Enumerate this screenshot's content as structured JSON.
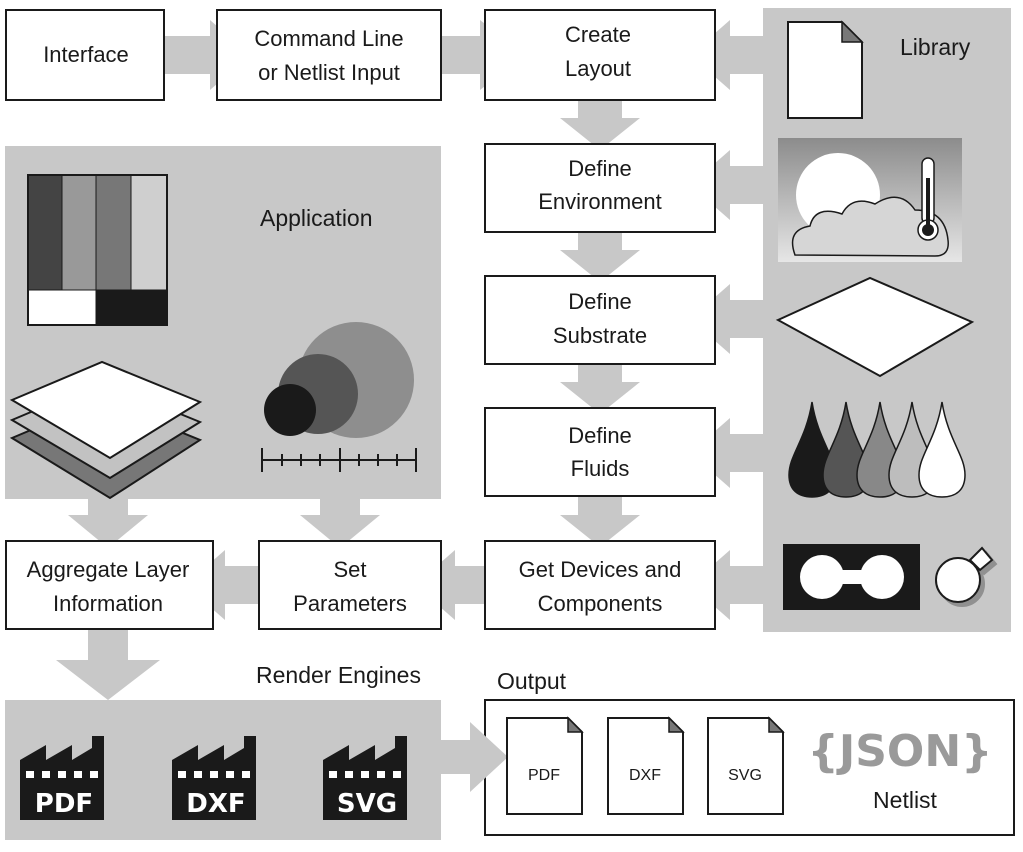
{
  "colors": {
    "region_fill": "#c8c8c8",
    "box_fill": "#ffffff",
    "box_stroke": "#1a1a1a",
    "arrow_fill": "#c8c8c8",
    "dark": "#1a1a1a"
  },
  "boxes": {
    "interface": [
      "Interface"
    ],
    "command_line": [
      "Command Line",
      "or Netlist Input"
    ],
    "create_layout": [
      "Create",
      "Layout"
    ],
    "define_environment": [
      "Define",
      "Environment"
    ],
    "define_substrate": [
      "Define",
      "Substrate"
    ],
    "define_fluids": [
      "Define",
      "Fluids"
    ],
    "get_devices": [
      "Get Devices and",
      "Components"
    ],
    "set_parameters": [
      "Set",
      "Parameters"
    ],
    "aggregate_layer": [
      "Aggregate Layer",
      "Information"
    ]
  },
  "regions": {
    "library": "Library",
    "application": "Application",
    "render_engines": "Render Engines",
    "output": "Output"
  },
  "render_engines": [
    "PDF",
    "DXF",
    "SVG"
  ],
  "output_files": [
    "PDF",
    "DXF",
    "SVG"
  ],
  "json_label": "{JSON}",
  "netlist_label": "Netlist"
}
